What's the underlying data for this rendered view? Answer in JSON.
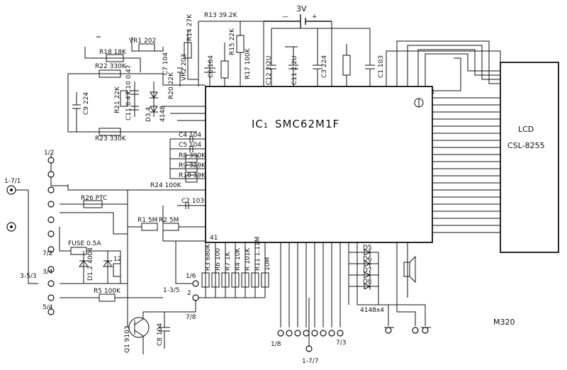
{
  "ic": {
    "ref": "IC₁",
    "part": "SMC62M1F",
    "pin1": "1",
    "pin41": "41"
  },
  "lcd": {
    "title": "LCD",
    "part": "CSL-8255"
  },
  "model": "M320",
  "battery": {
    "voltage": "3V",
    "minus": "—",
    "plus": "+"
  },
  "labels": {
    "r13": "R13 39.2K",
    "r14": "R14 27K",
    "r15": "R15 22K",
    "r17": "R17 100K",
    "r18": "R18 18K",
    "vr1": "VR1 202",
    "vr2": "VR2 203",
    "c7": "C7 104",
    "c6": "C6 104",
    "c11": "C11 2.2U",
    "c12": "C12 2.2U",
    "c3": "C3 224",
    "c1": "C1 103",
    "r22": "R22 330K",
    "r21": "R21 22K",
    "c10": "C10 0.47",
    "c9": "C9 224",
    "c11b": "C11 0.47",
    "d3": "D3.4",
    "d4148": "4148",
    "r20": "R20 22K",
    "r23": "R23 330K",
    "c4": "C4 104",
    "c5": "C5 104",
    "r8": "R8 390K",
    "r9": "R9 329K",
    "r10": "R10 39K",
    "r24": "R24 100K",
    "r26": "R26 PTC",
    "c2": "C2 103",
    "r1": "R1 5M",
    "r2": "R2 5M",
    "fuse": "FUSE 0.5A",
    "d12": "D1.2 4004",
    "r12": "12",
    "r5": "R5 100K",
    "r3": "R3 680K",
    "r6": "R6 100",
    "r7": "R7 1K",
    "r4": "R4 10K",
    "rr": "R 101K",
    "r11": "R11 1.11M",
    "rm": "10M",
    "d5": "D5",
    "d6": "D6",
    "d7": "D7",
    "d8": "D8",
    "diodes": "4148x4",
    "q1": "Q1 9103",
    "c8": "C8 104",
    "t12": "1/2",
    "t172": "1-7/1",
    "t34": "3/4",
    "t35": "3-5/3",
    "t54": "5/4",
    "t72": "7/2",
    "t16": "1/6",
    "t135": "1-3/5",
    "t2": "2",
    "t78": "7/8",
    "t18": "1/8",
    "t77": "1-7/7",
    "t73": "7/3"
  }
}
